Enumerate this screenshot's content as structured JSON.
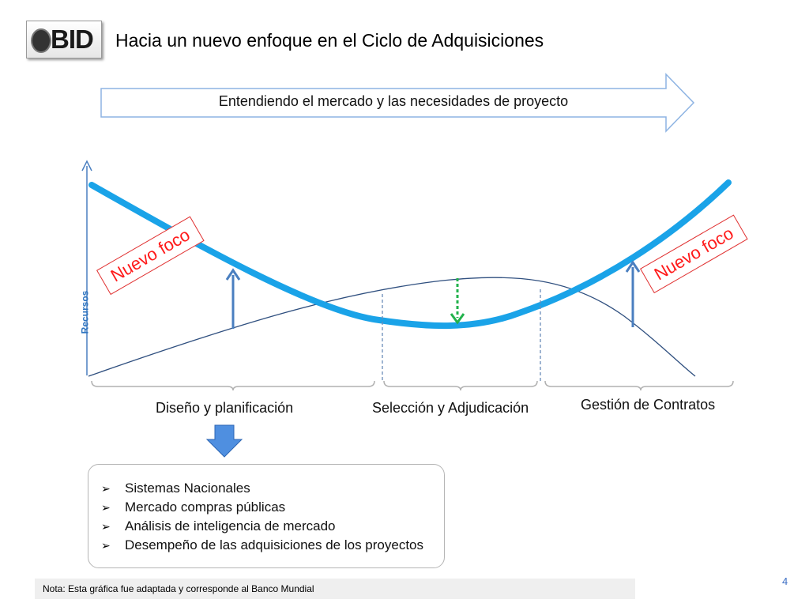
{
  "header": {
    "logo_text": "BID",
    "title": "Hacia un nuevo enfoque en el Ciclo de Adquisiciones"
  },
  "banner": {
    "text": "Entendiendo el mercado y las necesidades de proyecto"
  },
  "diagram": {
    "y_axis_label": "Recursos",
    "phases": [
      "Diseño y planificación",
      "Selección y Adjudicación",
      "Gestión de Contratos"
    ],
    "focus_labels": [
      "Nuevo foco",
      "Nuevo foco"
    ],
    "colors": {
      "u_curve": "#1aa3e8",
      "thin_curve": "#2f4f7f",
      "up_arrow": "#4a7fc0",
      "dashed_arrow": "#22b24c",
      "focus_border": "#e03030",
      "focus_text": "#ff1a1a"
    }
  },
  "list": {
    "items": [
      "Sistemas Nacionales",
      "Mercado compras públicas",
      "Análisis de inteligencia de mercado",
      "Desempeño de las adquisiciones de los proyectos"
    ]
  },
  "footer": {
    "note": "Nota: Esta gráfica fue adaptada y corresponde al Banco Mundial",
    "page_number": "4"
  }
}
